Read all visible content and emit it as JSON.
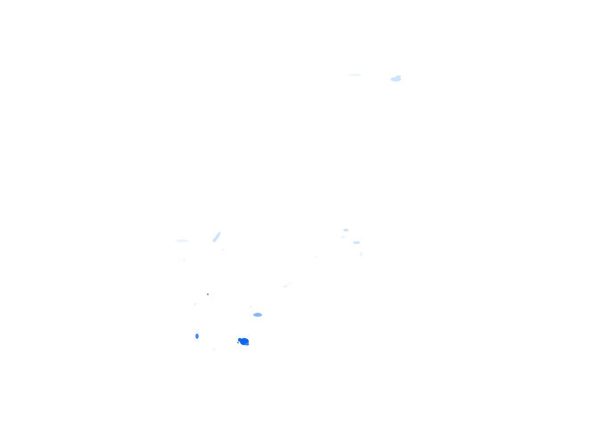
{
  "map": {
    "background_color": "#ffffff",
    "palette": {
      "very_light": "#eaf3ff",
      "light": "#cfe3ff",
      "medium": "#8ab6f9",
      "strong": "#3d86f5",
      "intense": "#1167e8",
      "dark": "#0a3f9c"
    },
    "echoes": [
      {
        "id": "echo-1",
        "intensity": "light"
      },
      {
        "id": "echo-2",
        "intensity": "very_light"
      },
      {
        "id": "echo-3",
        "intensity": "light"
      },
      {
        "id": "echo-4",
        "intensity": "very_light"
      },
      {
        "id": "echo-5",
        "intensity": "light"
      },
      {
        "id": "echo-6",
        "intensity": "very_light"
      },
      {
        "id": "echo-7",
        "intensity": "very_light"
      },
      {
        "id": "echo-8",
        "intensity": "very_light"
      },
      {
        "id": "echo-9",
        "intensity": "very_light"
      },
      {
        "id": "echo-10",
        "intensity": "very_light"
      },
      {
        "id": "echo-11",
        "intensity": "very_light"
      },
      {
        "id": "echo-12",
        "intensity": "very_light"
      },
      {
        "id": "echo-13",
        "intensity": "very_light"
      },
      {
        "id": "echo-14",
        "intensity": "medium"
      },
      {
        "id": "echo-15",
        "intensity": "strong"
      },
      {
        "id": "echo-16",
        "intensity": "intense"
      },
      {
        "id": "echo-17",
        "intensity": "strong"
      },
      {
        "id": "echo-18",
        "intensity": "dark"
      },
      {
        "id": "echo-19",
        "intensity": "very_light"
      },
      {
        "id": "echo-20",
        "intensity": "very_light"
      }
    ]
  }
}
